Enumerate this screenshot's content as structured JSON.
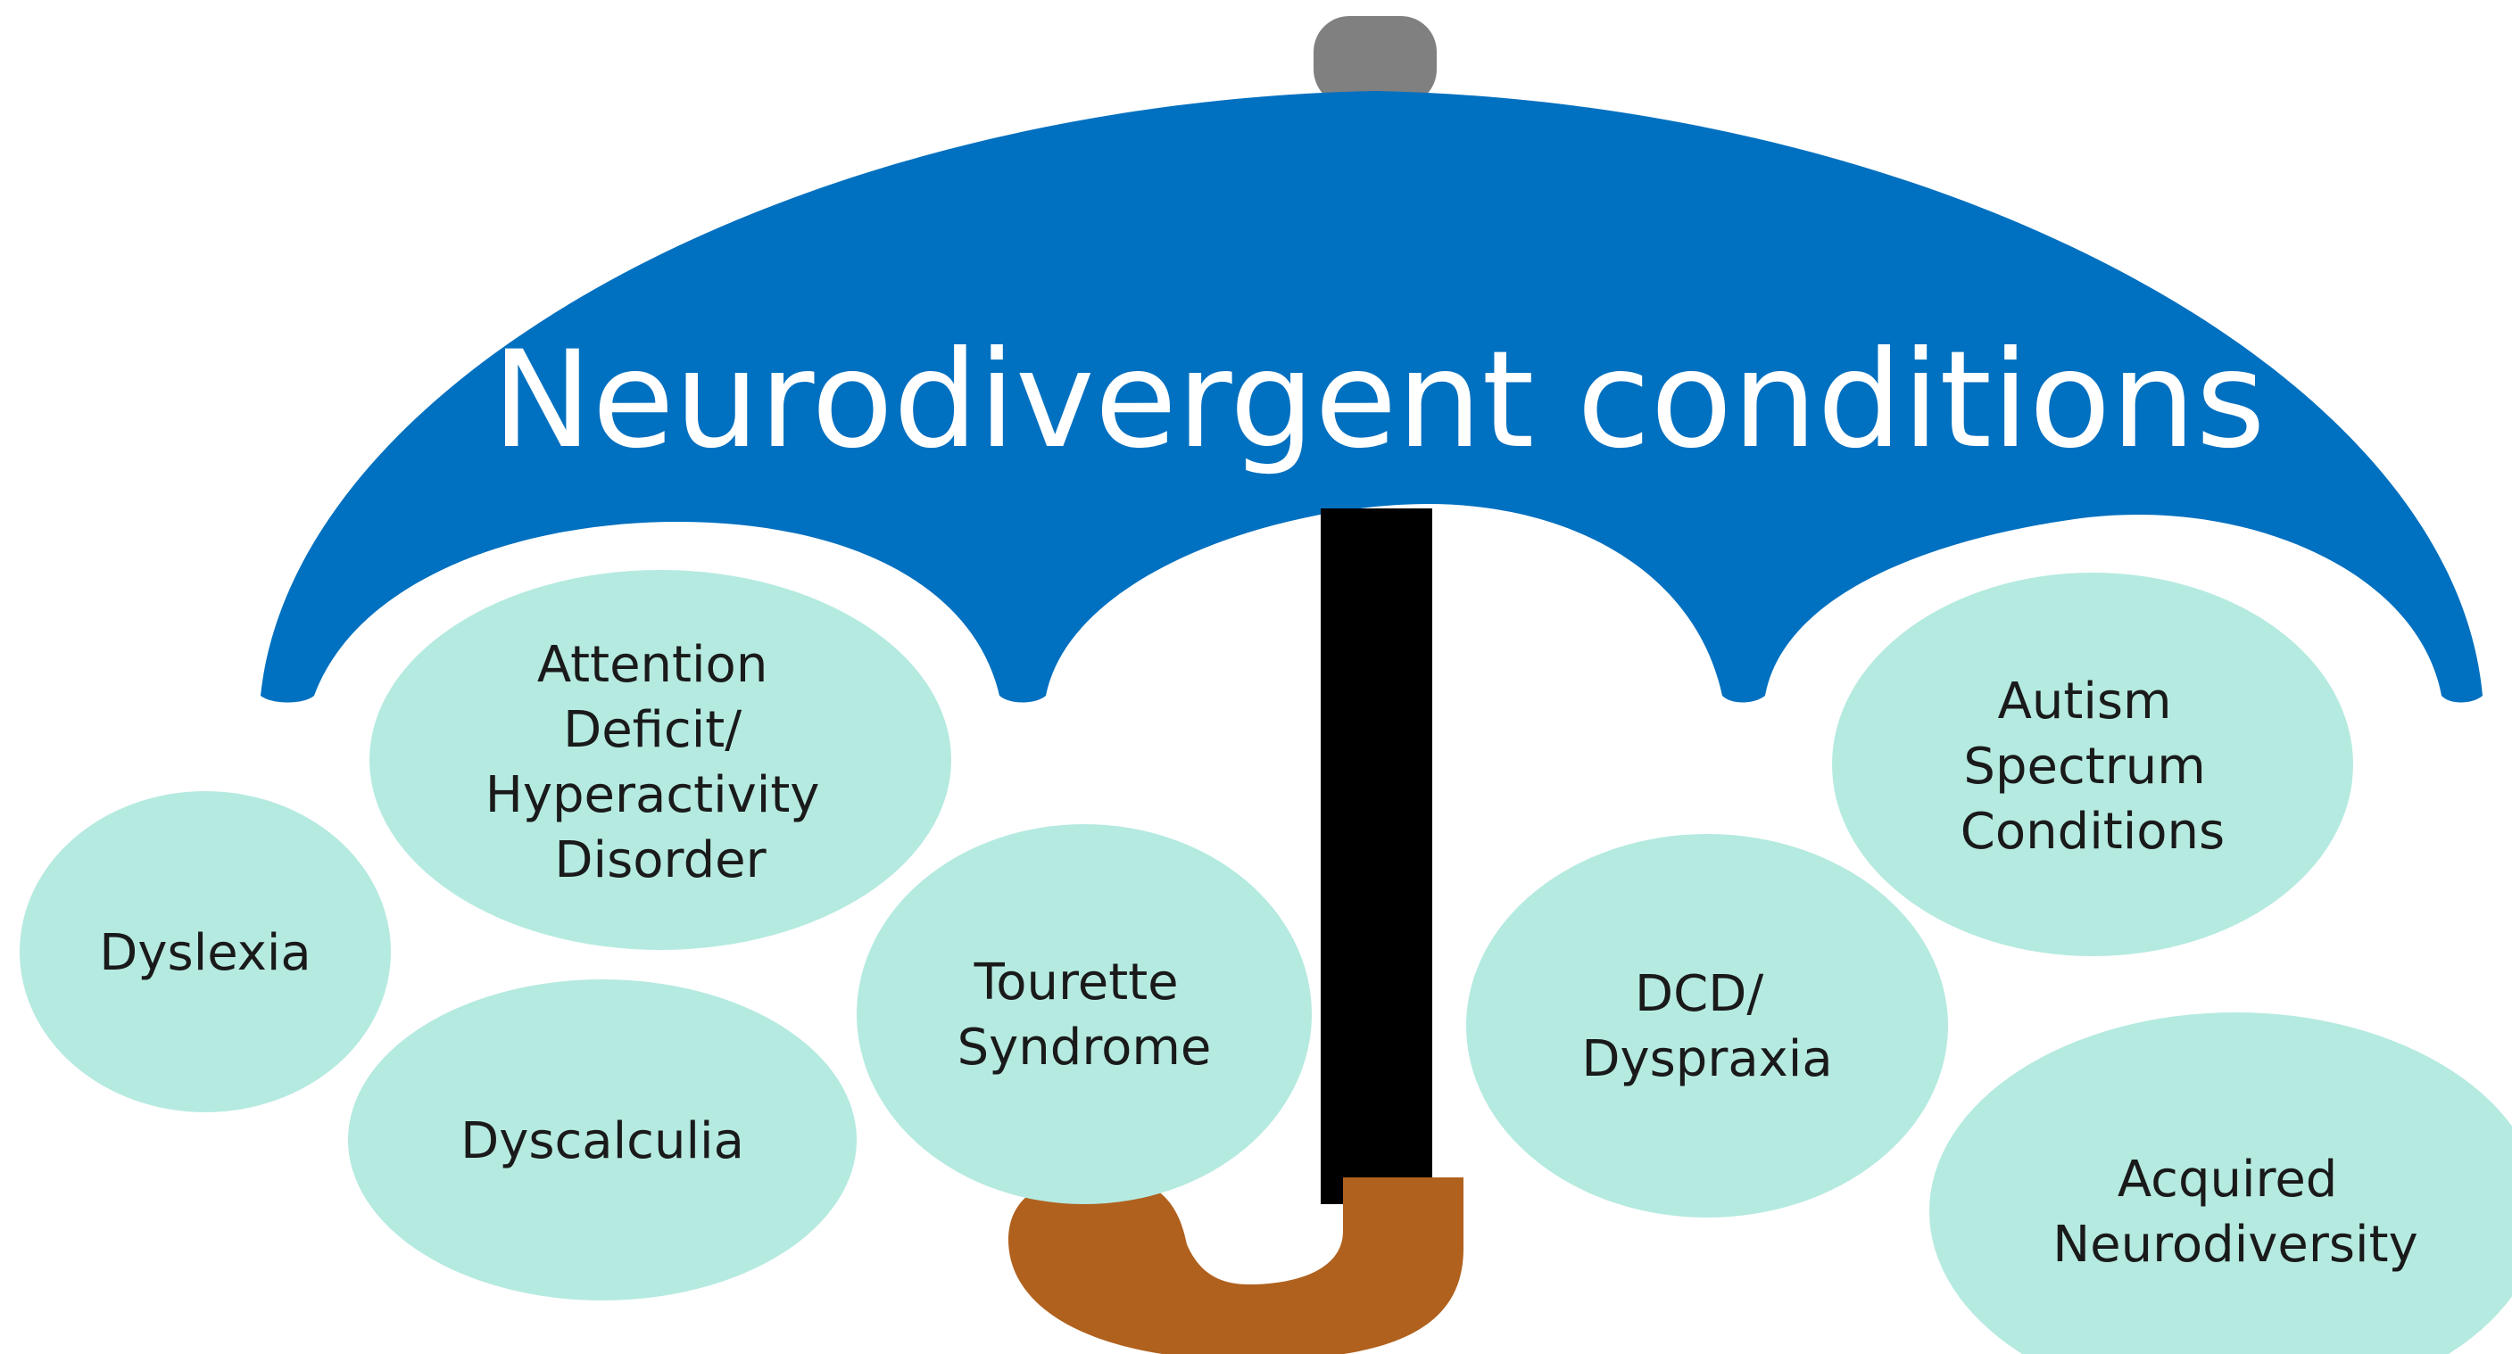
{
  "title": "Neurodivergent conditions",
  "colors": {
    "canopy": "#0070c0",
    "bubble": "#b5eae0",
    "shaft": "#000000",
    "tip": "#808080",
    "handle": "#b0611e"
  },
  "conditions": [
    {
      "id": "dyslexia",
      "lines": [
        "Dyslexia"
      ]
    },
    {
      "id": "adhd",
      "lines": [
        "Attention",
        "Deficit/",
        "Hyperactivity",
        "Disorder"
      ]
    },
    {
      "id": "dyscalculia",
      "lines": [
        "Dyscalculia"
      ]
    },
    {
      "id": "tourette",
      "lines": [
        "Tourette",
        "Syndrome"
      ]
    },
    {
      "id": "dcd",
      "lines": [
        "DCD/",
        "Dyspraxia"
      ]
    },
    {
      "id": "autism",
      "lines": [
        "Autism",
        "Spectrum",
        "Conditions"
      ]
    },
    {
      "id": "acquired",
      "lines": [
        "Acquired",
        "Neurodiversity"
      ]
    }
  ]
}
